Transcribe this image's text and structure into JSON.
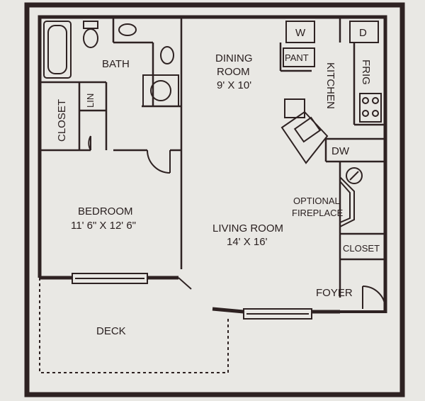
{
  "colors": {
    "paper": "#e9e8e4",
    "ink": "#2e2222"
  },
  "rooms": {
    "bath": "BATH",
    "dining": {
      "name": "DINING",
      "name2": "ROOM",
      "dims": "9' X 10'"
    },
    "kitchen": "KITCHEN",
    "closet_left": "CLOSET",
    "linen": "LIN",
    "bedroom": {
      "name": "BEDROOM",
      "dims": "11' 6\" X 12' 6\""
    },
    "living": {
      "name": "LIVING ROOM",
      "dims": "14' X 16'"
    },
    "fireplace": {
      "line1": "OPTIONAL",
      "line2": "FIREPLACE"
    },
    "closet_right": "CLOSET",
    "foyer": "FOYER",
    "deck": "DECK"
  },
  "appliances": {
    "washer": "W",
    "dryer": "D",
    "pantry": "PANT",
    "fridge": "FRIG",
    "dishwasher": "DW"
  }
}
